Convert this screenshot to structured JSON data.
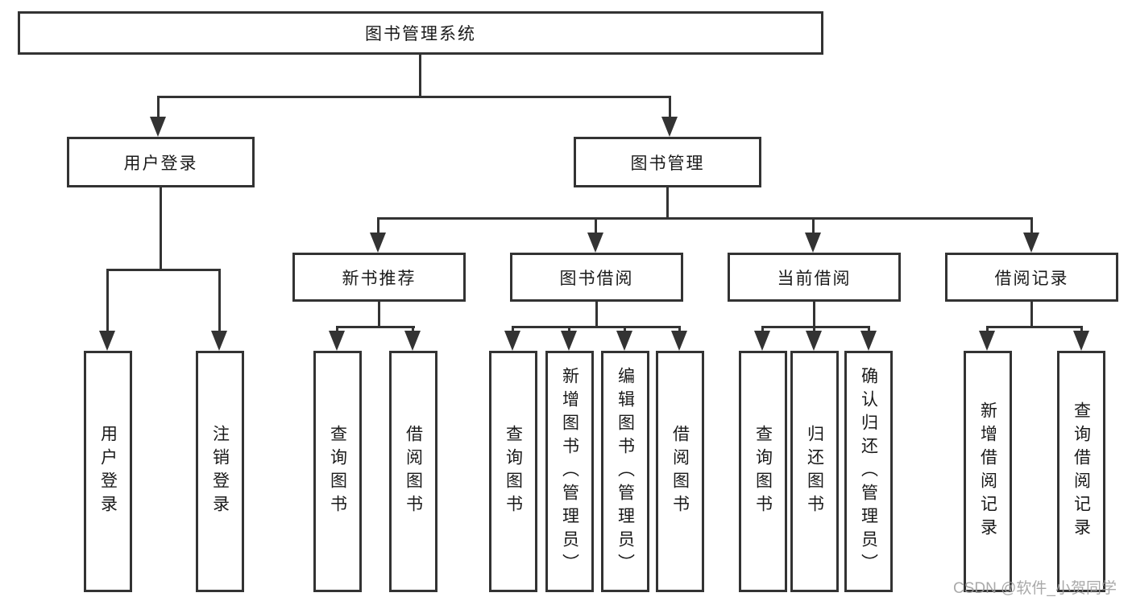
{
  "diagram": {
    "title": "图书管理系统",
    "level2": {
      "user_login": {
        "label": "用户登录",
        "children": [
          "用户登录",
          "注销登录"
        ]
      },
      "book_management": {
        "label": "图书管理"
      }
    },
    "modules": [
      {
        "label": "新书推荐",
        "children": [
          "查询图书",
          "借阅图书"
        ]
      },
      {
        "label": "图书借阅",
        "children": [
          "查询图书",
          "新增图书（管理员）",
          "编辑图书（管理员）",
          "借阅图书"
        ]
      },
      {
        "label": "当前借阅",
        "children": [
          "查询图书",
          "归还图书",
          "确认归还（管理员）"
        ]
      },
      {
        "label": "借阅记录",
        "children": [
          "新增借阅记录",
          "查询借阅记录"
        ]
      }
    ],
    "watermark": "CSDN @软件_小贺同学",
    "colors": {
      "line": "#333333",
      "text": "#1a1a1a",
      "background": "#ffffff",
      "watermark": "#9e9e9e"
    }
  }
}
